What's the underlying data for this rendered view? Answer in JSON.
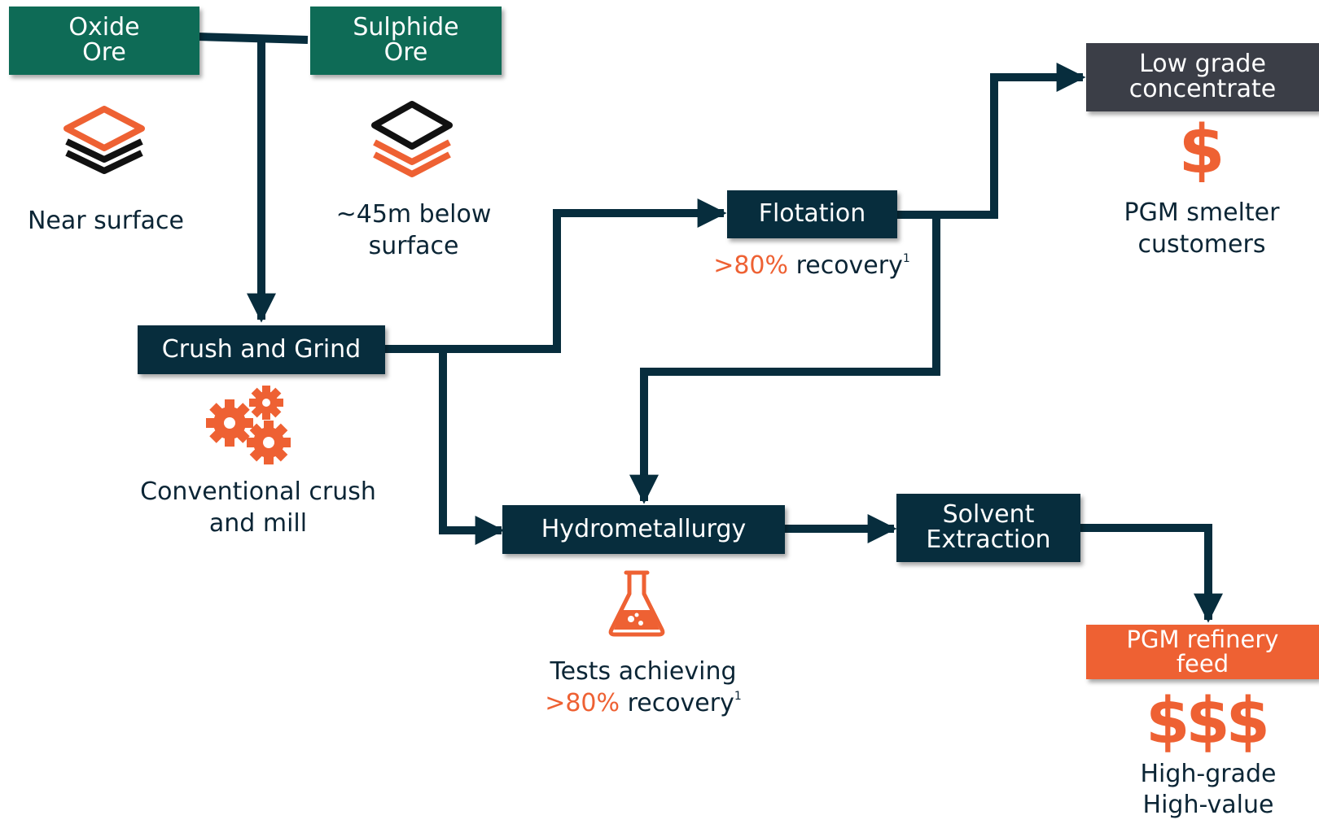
{
  "nodes": {
    "oxide_ore": {
      "line1": "Oxide",
      "line2": "Ore"
    },
    "sulphide_ore": {
      "line1": "Sulphide",
      "line2": "Ore"
    },
    "crush_grind": {
      "label": "Crush and Grind"
    },
    "flotation": {
      "label": "Flotation"
    },
    "hydrometallurgy": {
      "label": "Hydrometallurgy"
    },
    "solvent_extraction": {
      "line1": "Solvent",
      "line2": "Extraction"
    },
    "low_grade": {
      "line1": "Low grade",
      "line2": "concentrate"
    },
    "refinery_feed": {
      "line1": "PGM refinery",
      "line2": "feed"
    }
  },
  "captions": {
    "oxide": "Near surface",
    "sulphide": {
      "line1": "~45m below",
      "line2": "surface"
    },
    "crush": {
      "line1": "Conventional crush",
      "line2": "and mill"
    },
    "flotation": {
      "accent": ">80%",
      "text": " recovery",
      "note": "1"
    },
    "hydro": {
      "line1": "Tests achieving",
      "accent": ">80%",
      "text": " recovery",
      "note": "1"
    },
    "low_grade": {
      "line1": "PGM smelter",
      "line2": "customers"
    },
    "refinery": {
      "line1": "High-grade",
      "line2": "High-value"
    }
  },
  "icons": {
    "oxide": {
      "name": "layers-icon",
      "symbol": ""
    },
    "sulphide": {
      "name": "layers-icon",
      "symbol": ""
    },
    "crush": {
      "name": "gears-icon",
      "symbol": ""
    },
    "hydro": {
      "name": "flask-icon",
      "symbol": ""
    },
    "low_grade": {
      "name": "dollar-icon",
      "symbol": "$"
    },
    "refinery": {
      "name": "dollars-icon",
      "symbol": "$$$"
    }
  },
  "colors": {
    "green": "#0e6b56",
    "navy": "#072d3d",
    "grey": "#3b3e47",
    "orange": "#ee6133",
    "text": "#0b2535",
    "arrow": "#072d3d"
  }
}
